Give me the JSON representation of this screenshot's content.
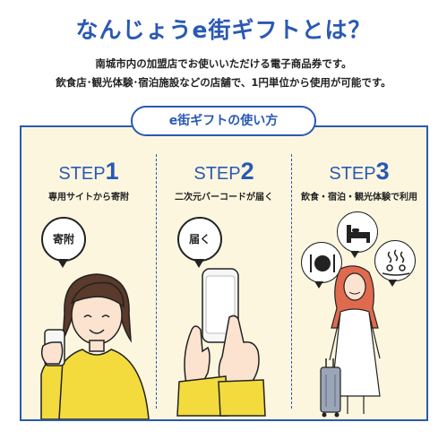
{
  "header": {
    "title": "なんじょうe街ギフトとは？",
    "description_line1": "南城市内の加盟店でお使いいただける電子商品券です。",
    "description_line2": "飲食店･観光体験･宿泊施設などの店舗で、1円単位から使用が可能です。"
  },
  "howto": {
    "tab_label": "e街ギフトの使い方",
    "steps": [
      {
        "word": "STEP",
        "number": "1",
        "description": "専用サイトから寄附",
        "bubble": "寄附"
      },
      {
        "word": "STEP",
        "number": "2",
        "description": "二次元バーコードが届く",
        "bubble": "届く"
      },
      {
        "word": "STEP",
        "number": "3",
        "description": "飲食・宿泊・観光体験で利用"
      }
    ]
  },
  "colors": {
    "accent": "#2a59b3",
    "panel_bg": "#fdf6df",
    "sleeve": "#f3db3d"
  },
  "icons": [
    "bed-icon",
    "plate-cutlery-icon",
    "hot-spring-icon",
    "smartphone-icon",
    "suitcase-icon"
  ]
}
